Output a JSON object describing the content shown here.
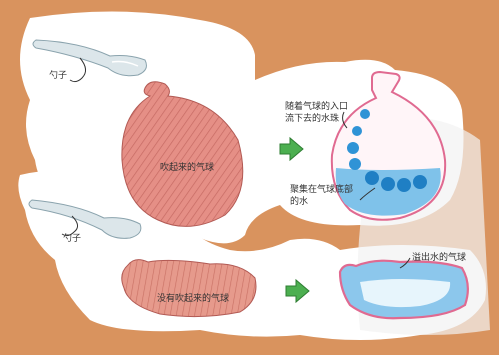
{
  "labels": {
    "spoon_top": "勺子",
    "spoon_bottom": "勺子",
    "inflated_balloon": "吹起来的气球",
    "water_balls_entering": "随着气球的入口流下去的水珠",
    "water_at_bottom": "聚集在气球底部的水",
    "deflated_balloon": "没有吹起来的气球",
    "overflow_water": "溢出水的气球"
  },
  "colors": {
    "background": "#d9935e",
    "paper": "#ffffff",
    "balloon_red": "#e58f86",
    "balloon_pink": "#f09ab3",
    "water_blue": "#2f93d6",
    "arrow_green": "#4caf50",
    "spoon": "#dce6ea"
  },
  "icons": [
    "spoon-icon",
    "balloon-icon",
    "arrow-right-icon",
    "water-drop-icon"
  ]
}
